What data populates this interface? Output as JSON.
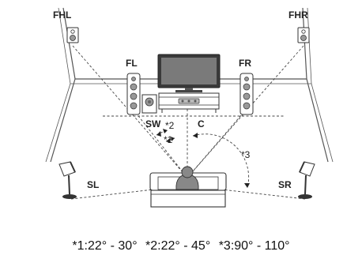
{
  "speakers": {
    "fhl": "FHL",
    "fhr": "FHR",
    "fl": "FL",
    "fr": "FR",
    "sw": "SW",
    "c": "C",
    "sl": "SL",
    "sr": "SR"
  },
  "angle_markers": {
    "m1": "*1",
    "m2": "*2",
    "m3": "*3"
  },
  "legend": [
    "*1:22° - 30°",
    "*2:22° - 45°",
    "*3:90° - 110°"
  ]
}
